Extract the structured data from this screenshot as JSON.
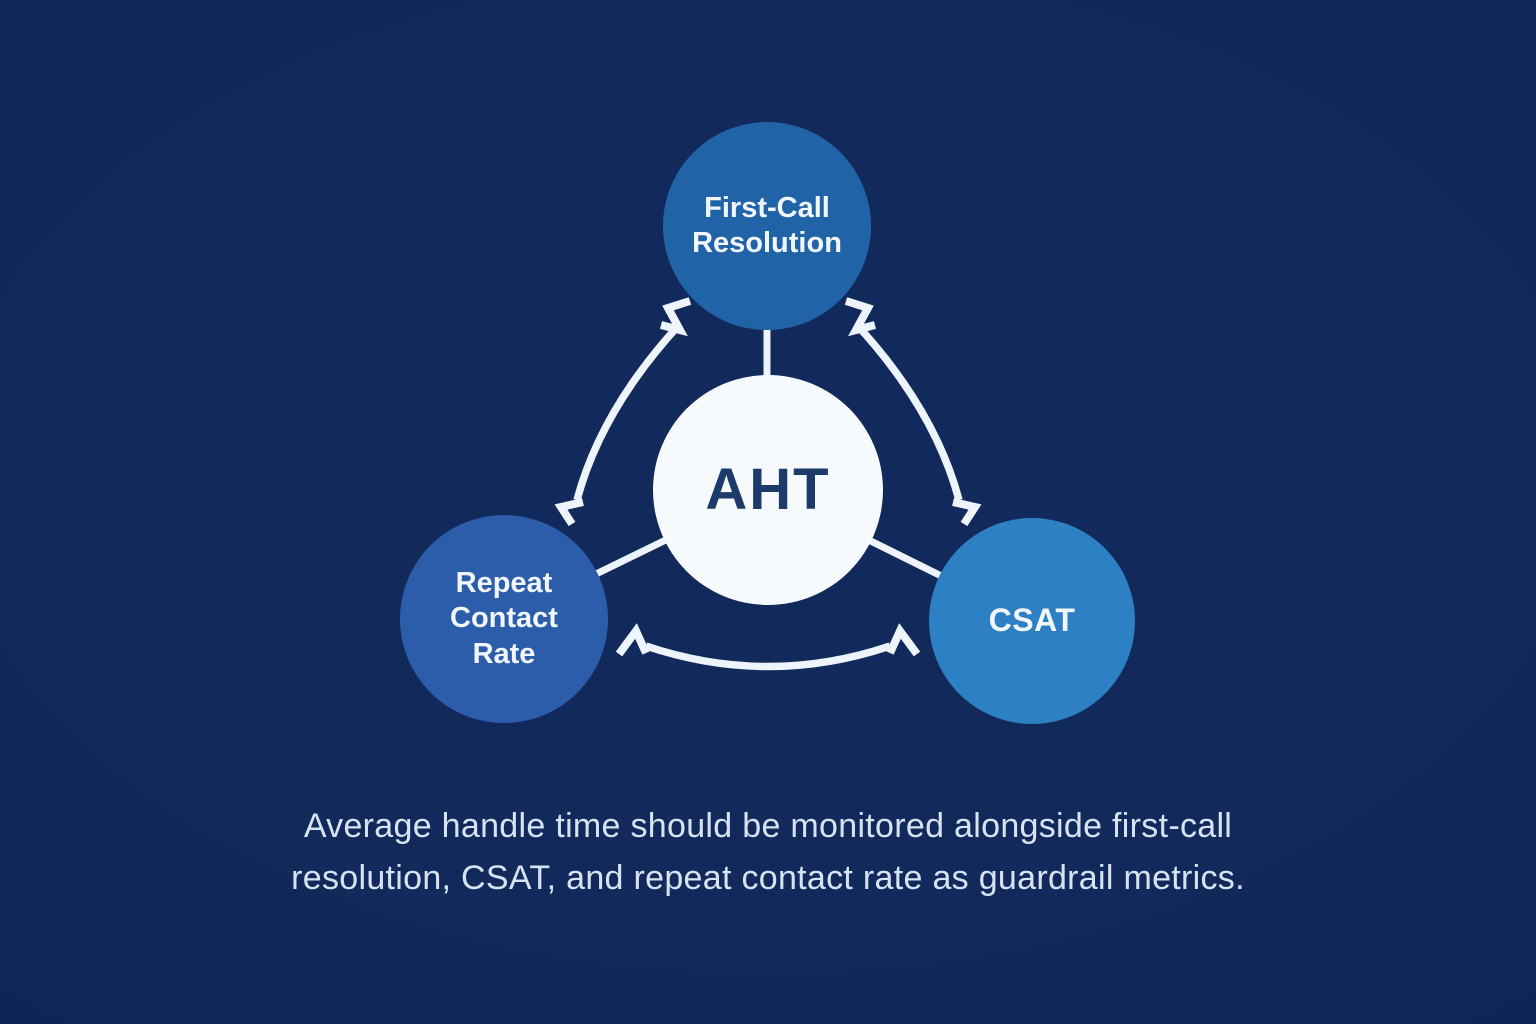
{
  "diagram": {
    "center": {
      "label": "AHT"
    },
    "nodes": [
      {
        "id": "first-call-resolution",
        "label": "First-Call Resolution",
        "position": "top"
      },
      {
        "id": "repeat-contact-rate",
        "label": "Repeat Contact Rate",
        "position": "bottom-left"
      },
      {
        "id": "csat",
        "label": "CSAT",
        "position": "bottom-right"
      }
    ],
    "colors": {
      "background_center": "#12295b",
      "background_edge": "#07214f",
      "node_top": "#2163a7",
      "node_left": "#2c5dab",
      "node_right": "#2c80c3",
      "center_fill": "#f7fafd",
      "center_text": "#1c3a6a",
      "node_text": "#f2f7fd",
      "connector": "#eef4fb",
      "caption_text": "#d8e3f2"
    }
  },
  "caption": {
    "line1": "Average handle time should be monitored alongside first-call",
    "line2": "resolution, CSAT, and repeat contact rate as guardrail metrics."
  }
}
